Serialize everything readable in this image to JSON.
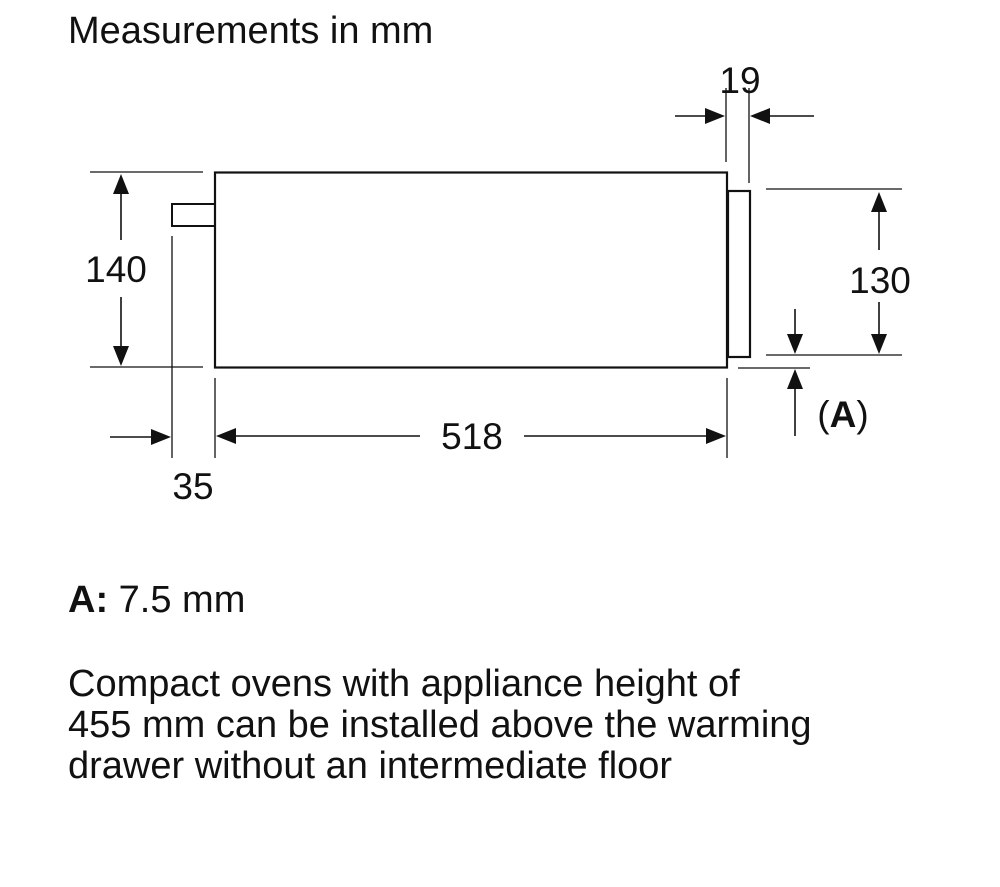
{
  "title": "Measurements in mm",
  "dimensions": {
    "height_total": "140",
    "height_front": "130",
    "width_total": "518",
    "front_depth": "19",
    "rear_offset": "35",
    "gap_label": "(A)",
    "gap_letter": "A"
  },
  "legend": {
    "key": "A:",
    "value": "7.5 mm"
  },
  "note": {
    "lines": [
      "Compact ovens with appliance height of",
      "455 mm can be installed above the warming",
      "drawer without an intermediate floor"
    ]
  }
}
